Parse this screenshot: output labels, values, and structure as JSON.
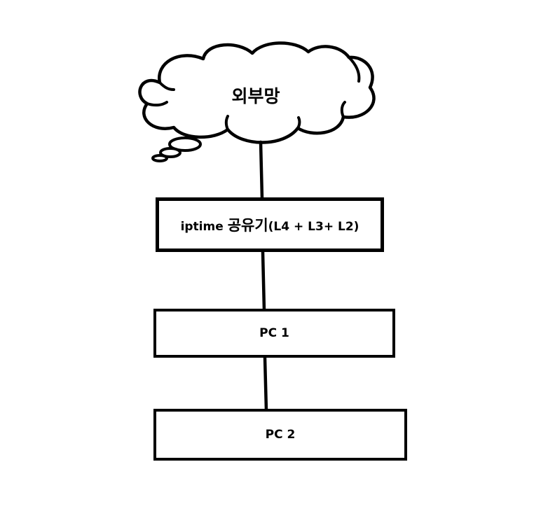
{
  "diagram": {
    "colors": {
      "line": "#000000",
      "fill": "#ffffff"
    },
    "cloud": {
      "label": "외부망",
      "icon": "cloud-icon"
    },
    "router": {
      "prefix": "iptime ",
      "korean": "공유기",
      "suffix": "(L4 + L3+ L2)"
    },
    "pc1": {
      "label": "PC 1"
    },
    "pc2": {
      "label": "PC 2"
    }
  }
}
